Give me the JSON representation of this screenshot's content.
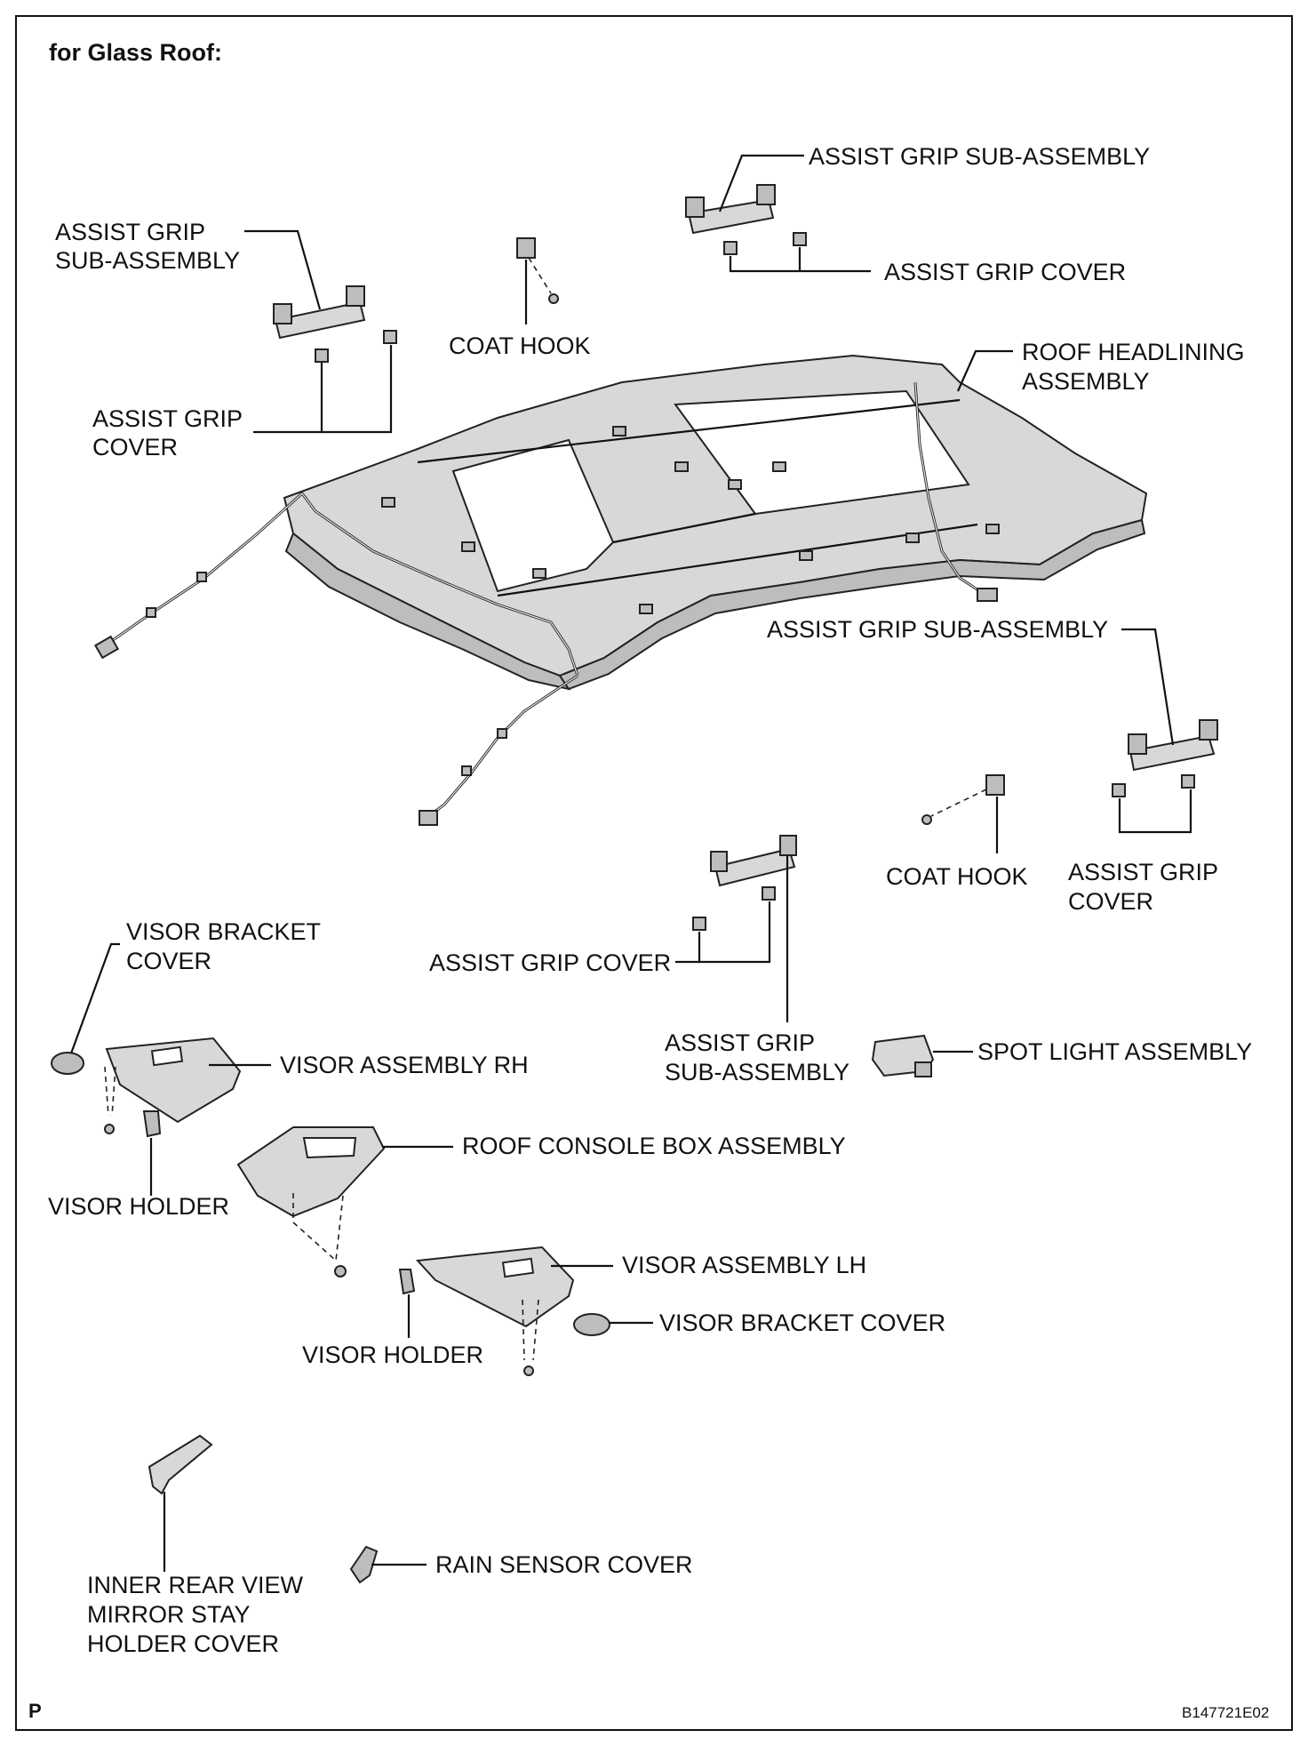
{
  "header": {
    "title": "for Glass Roof:"
  },
  "labels": {
    "assist_grip_sub_top": "ASSIST GRIP SUB-ASSEMBLY",
    "assist_grip_cover_top": "ASSIST GRIP COVER",
    "assist_grip_sub_left_1": "ASSIST GRIP",
    "assist_grip_sub_left_2": "SUB-ASSEMBLY",
    "coat_hook_top": "COAT HOOK",
    "roof_headlining_1": "ROOF HEADLINING",
    "roof_headlining_2": "ASSEMBLY",
    "assist_grip_cover_left_1": "ASSIST GRIP",
    "assist_grip_cover_left_2": "COVER",
    "assist_grip_sub_right": "ASSIST GRIP SUB-ASSEMBLY",
    "coat_hook_right": "COAT HOOK",
    "assist_grip_cover_right_1": "ASSIST GRIP",
    "assist_grip_cover_right_2": "COVER",
    "visor_bracket_cover_top_1": "VISOR BRACKET",
    "visor_bracket_cover_top_2": "COVER",
    "assist_grip_cover_mid": "ASSIST GRIP COVER",
    "assist_grip_sub_mid_1": "ASSIST GRIP",
    "assist_grip_sub_mid_2": "SUB-ASSEMBLY",
    "spot_light": "SPOT LIGHT ASSEMBLY",
    "visor_rh": "VISOR ASSEMBLY RH",
    "roof_console": "ROOF CONSOLE BOX ASSEMBLY",
    "visor_holder_left": "VISOR HOLDER",
    "visor_lh": "VISOR ASSEMBLY LH",
    "visor_bracket_cover_bottom": "VISOR BRACKET COVER",
    "visor_holder_mid": "VISOR HOLDER",
    "rain_sensor": "RAIN SENSOR COVER",
    "mirror_stay_1": "INNER REAR VIEW",
    "mirror_stay_2": "MIRROR STAY",
    "mirror_stay_3": "HOLDER COVER"
  },
  "footer": {
    "page_code": "P",
    "figure_id": "B147721E02"
  }
}
